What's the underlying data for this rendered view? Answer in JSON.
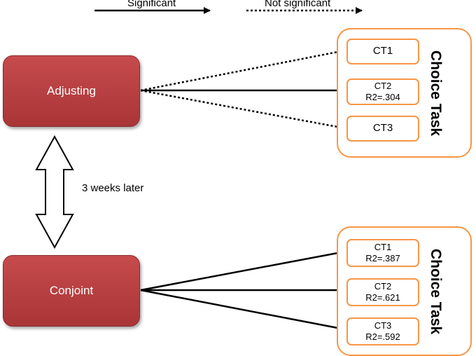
{
  "legend": {
    "significant_label": "Significant",
    "not_significant_label": "Not significant"
  },
  "interval_label": "3 weeks later",
  "adjusting": {
    "label": "Adjusting",
    "group_title": "Choice Task",
    "tasks": [
      {
        "name": "CT1",
        "value": "",
        "significant": false
      },
      {
        "name": "CT2",
        "value": "R2=.304",
        "significant": true
      },
      {
        "name": "CT3",
        "value": "",
        "significant": false
      }
    ]
  },
  "conjoint": {
    "label": "Conjoint",
    "group_title": "Choice Task",
    "tasks": [
      {
        "name": "CT1",
        "value": "R2=.387",
        "significant": true
      },
      {
        "name": "CT2",
        "value": "R2=.621",
        "significant": true
      },
      {
        "name": "CT3",
        "value": "R2=.592",
        "significant": true
      }
    ]
  },
  "colors": {
    "source_box": "#b23c3e",
    "group_border": "#f79646",
    "arrow": "#000000"
  }
}
